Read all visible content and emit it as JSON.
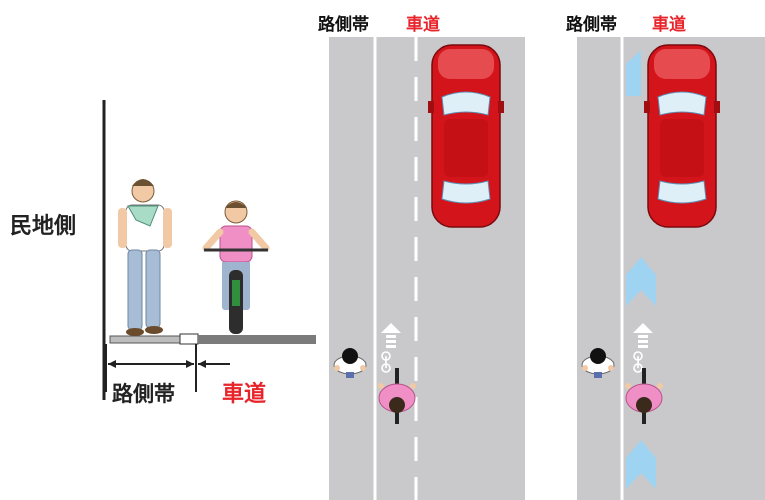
{
  "left_diagram": {
    "side_label": "民地側",
    "shoulder_label": "路側帯",
    "roadway_label": "車道"
  },
  "middle_panel": {
    "shoulder_label": "路側帯",
    "roadway_label": "車道"
  },
  "right_panel": {
    "shoulder_label": "路側帯",
    "roadway_label": "車道"
  },
  "colors": {
    "road": "#c9c9cb",
    "roadway_label": "#e8242b",
    "car": "#d3141b",
    "guide_arrow": "#9fd3f2",
    "cyclist_shirt": "#f08fc5",
    "pedestrian_shirt": "#a9dcc6"
  }
}
